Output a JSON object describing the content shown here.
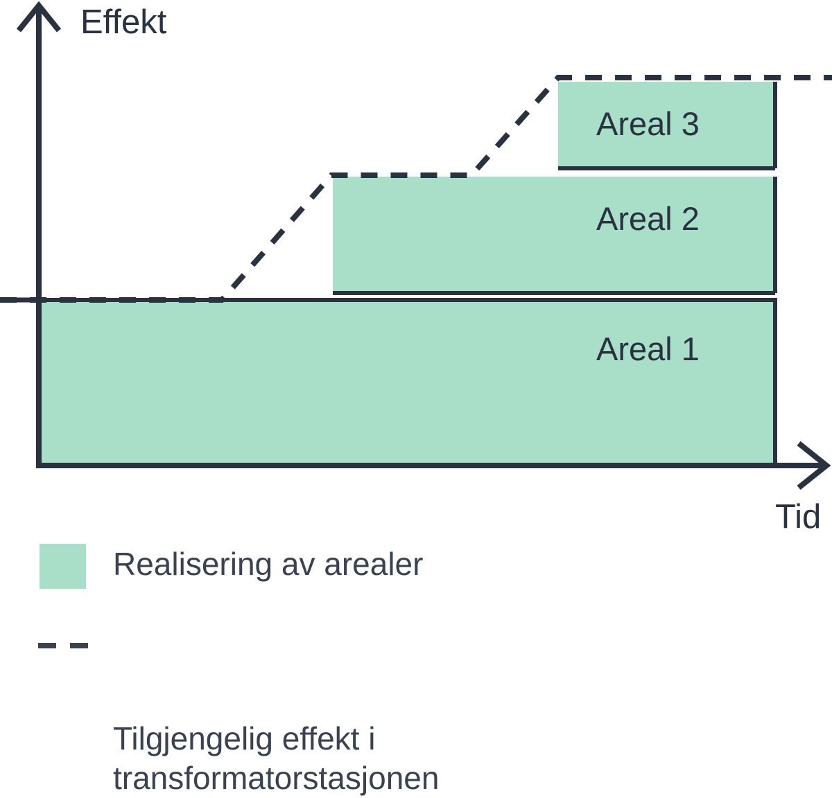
{
  "figure": {
    "title": "",
    "axis_x_label": "Tid",
    "axis_y_label": "Effekt",
    "colors": {
      "area_fill": "#A9DEC8",
      "ink": "#2A3240",
      "legend_text": "#3A4250",
      "background": "#FFFFFF"
    }
  },
  "bars": [
    {
      "name": "areal-1",
      "label": "Areal 1"
    },
    {
      "name": "areal-2",
      "label": "Areal 2"
    },
    {
      "name": "areal-3",
      "label": "Areal 3"
    }
  ],
  "legend": {
    "items": [
      {
        "key": "area",
        "symbol": "filled-square",
        "label": "Realisering av arealer"
      },
      {
        "key": "line",
        "symbol": "dashed-line",
        "label": "Tilgjengelig effekt i\ntransformatorstasjonen"
      }
    ]
  },
  "chart_data": {
    "type": "area",
    "title": "",
    "xlabel": "Tid",
    "ylabel": "Effekt",
    "xlim": [
      0,
      100
    ],
    "ylim": [
      0,
      100
    ],
    "grid": false,
    "legend_position": "bottom-left",
    "axis_ticks_shown": false,
    "series": [
      {
        "name": "Realisering av arealer",
        "kind": "stacked-step-area",
        "color": "#A9DEC8",
        "segments": [
          {
            "label": "Areal 1",
            "x_start": 0,
            "x_end": 92.7,
            "y_bottom": 0,
            "y_top": 35.8
          },
          {
            "label": "Areal 2",
            "x_start": 37.0,
            "x_end": 92.7,
            "y_bottom": 37.3,
            "y_top": 62.5
          },
          {
            "label": "Areal 3",
            "x_start": 67.4,
            "x_end": 92.7,
            "y_bottom": 64.3,
            "y_top": 83.0
          }
        ]
      },
      {
        "name": "Tilgjengelig effekt i transformatorstasjonen",
        "kind": "dashed-step-line",
        "color": "#2A3240",
        "dash": "24 19",
        "points": [
          {
            "x": -4.9,
            "y": 35.8
          },
          {
            "x": 26.4,
            "y": 35.8
          },
          {
            "x": 41.1,
            "y": 62.8
          },
          {
            "x": 60.0,
            "y": 62.8
          },
          {
            "x": 69.6,
            "y": 83.9
          },
          {
            "x": 106.5,
            "y": 83.9
          }
        ]
      }
    ],
    "annotations": [
      {
        "text": "Areal 1",
        "x": 79,
        "y": 18
      },
      {
        "text": "Areal 2",
        "x": 79,
        "y": 50
      },
      {
        "text": "Areal 3",
        "x": 79,
        "y": 73
      }
    ]
  }
}
